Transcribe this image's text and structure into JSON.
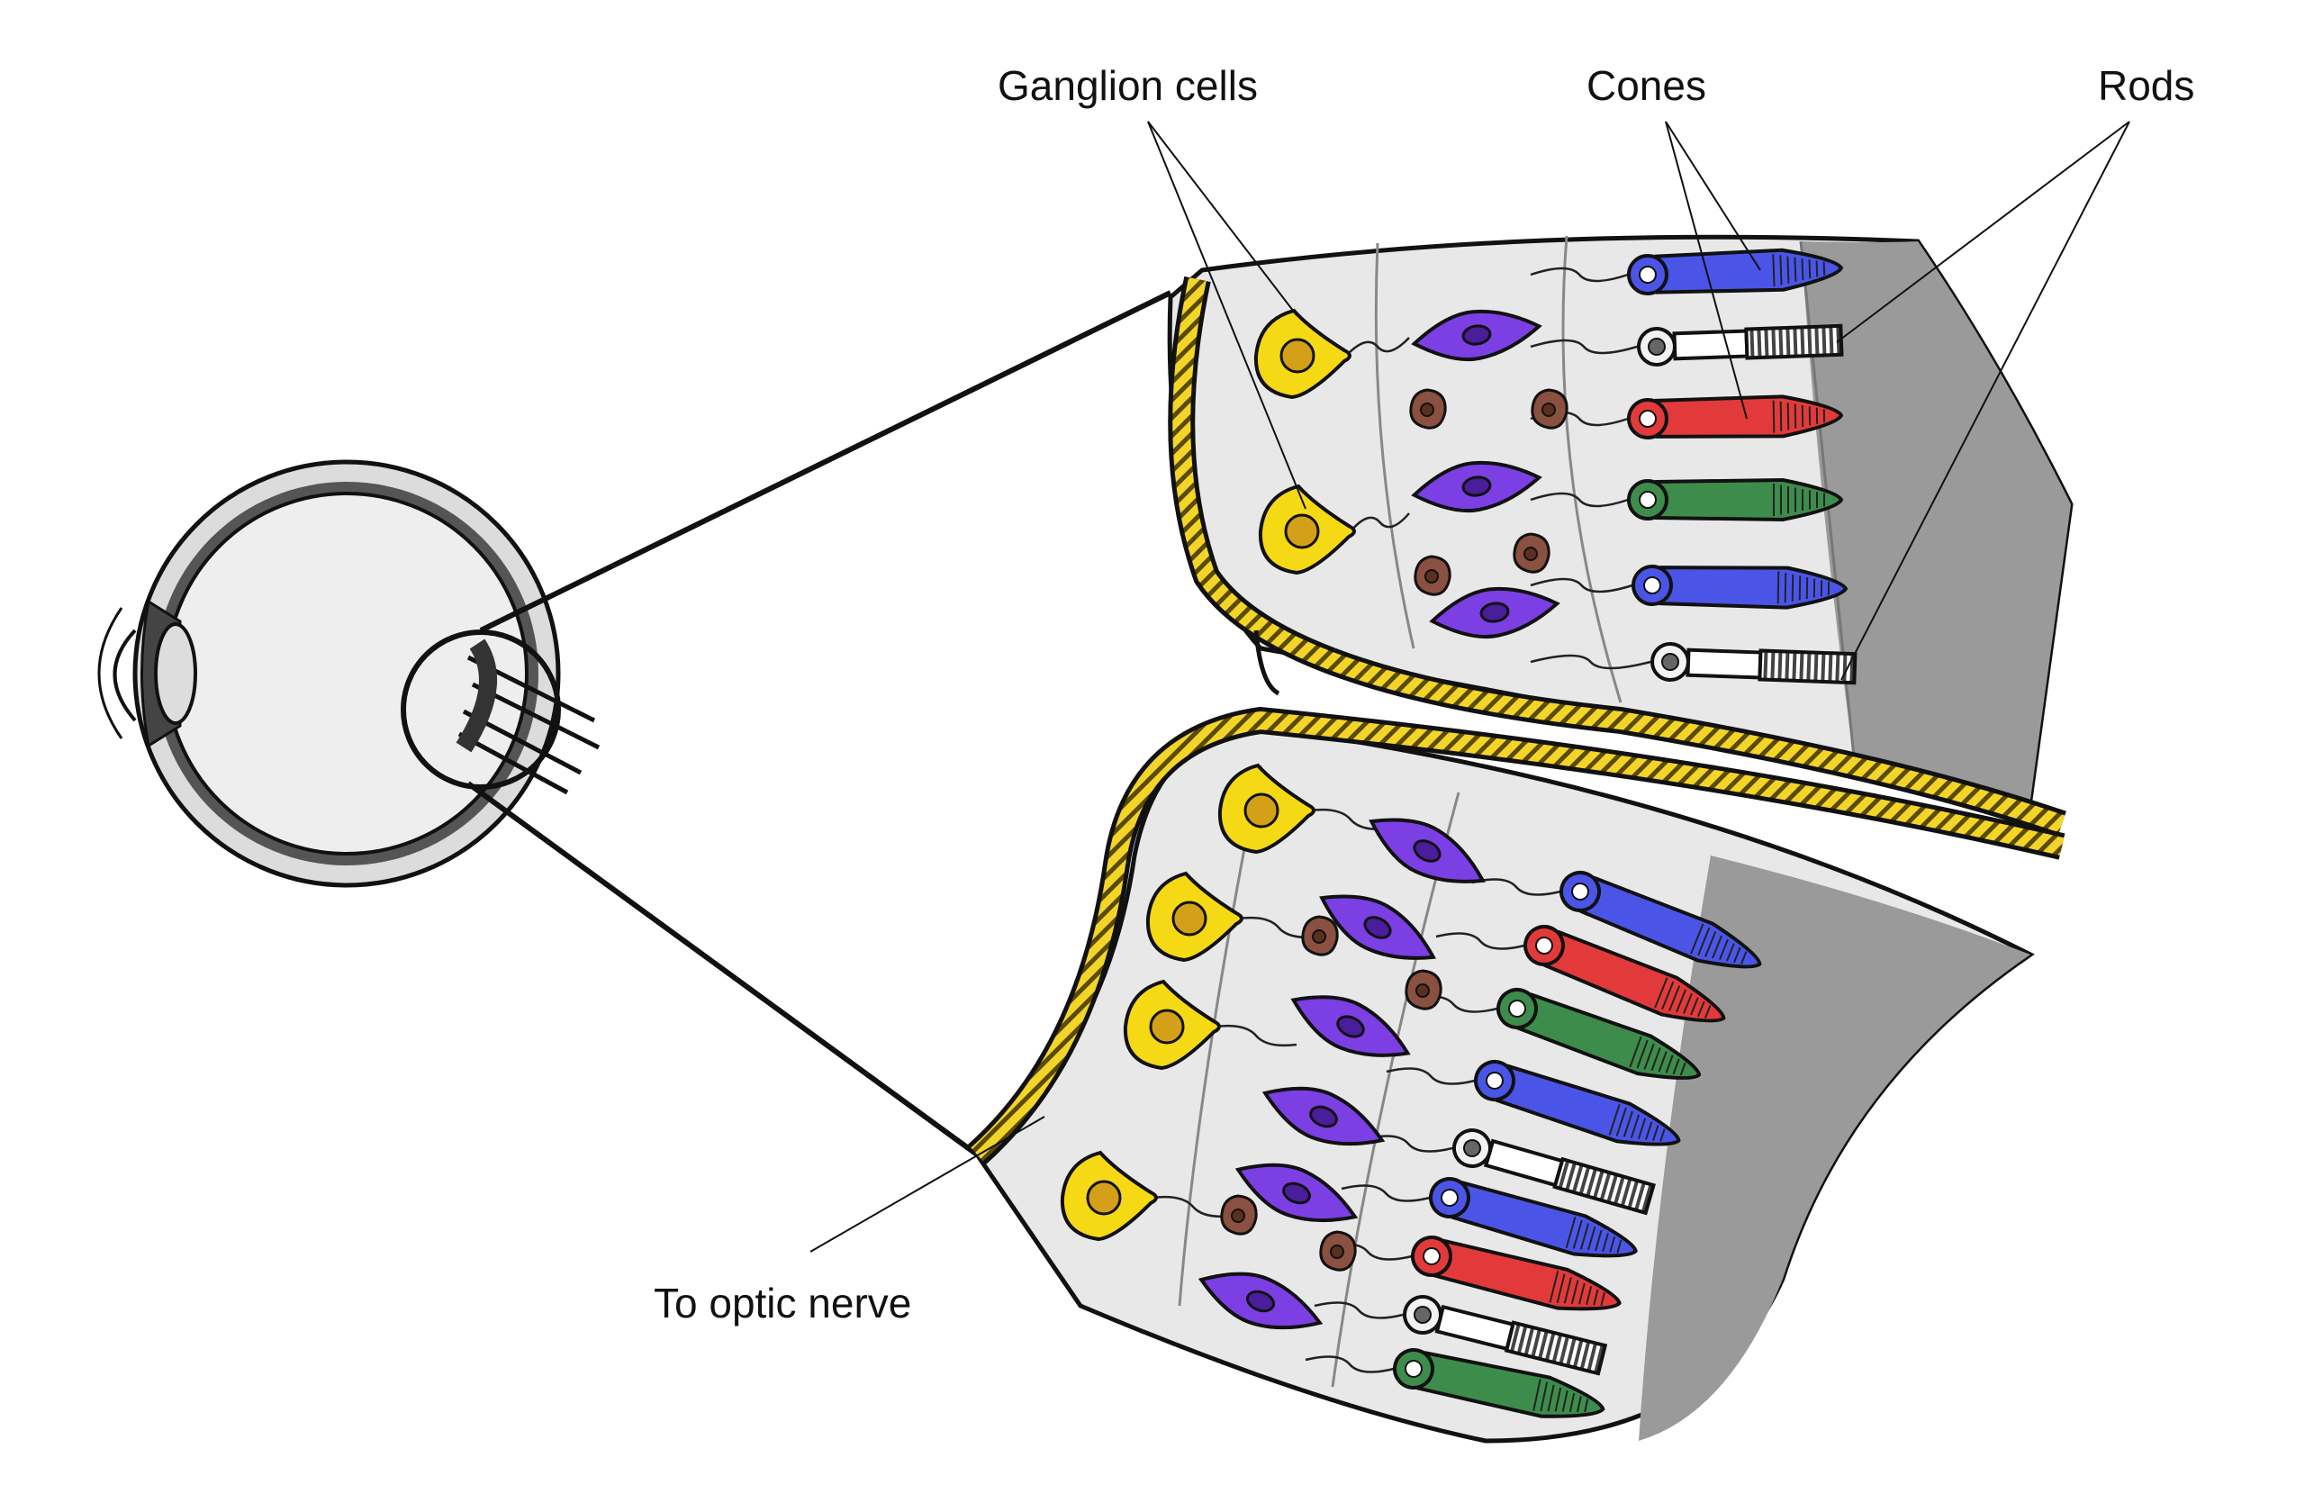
{
  "labels": {
    "ganglion_cells": "Ganglion cells",
    "cones": "Cones",
    "rods": "Rods",
    "optic_nerve": "To optic nerve"
  },
  "colors": {
    "ganglion": "#f6d915",
    "ganglion_nucleus": "#d4a017",
    "bipolar": "#7b3fe4",
    "bipolar_nucleus": "#4a1d9a",
    "horizontal": "#8a5040",
    "cone_blue": "#4a55e8",
    "cone_red": "#e23a3a",
    "cone_green": "#3d8c4c",
    "rod_body": "#ffffff",
    "rod_disc": "#4a4a4a",
    "tissue_light": "#e6e6e6",
    "tissue_dark": "#a0a0a0",
    "nerve_fiber": "#f0d028"
  },
  "icons": {
    "eye": "eye-cross-section-icon",
    "zoom": "magnify-circle-icon"
  }
}
